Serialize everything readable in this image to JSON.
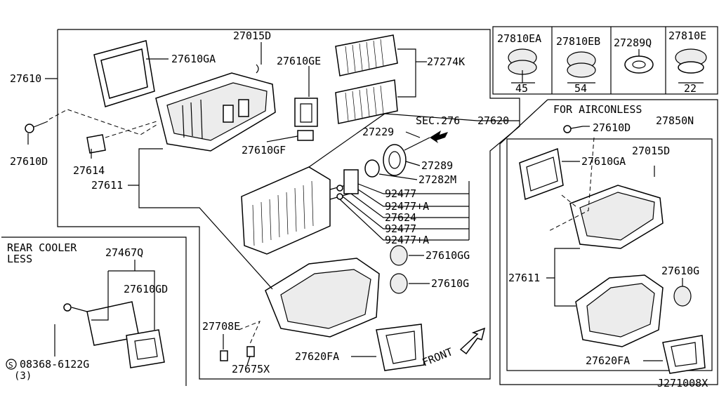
{
  "labels": {
    "p27610": "27610",
    "p27610ga": "27610GA",
    "p27015d": "27015D",
    "p27610ge": "27610GE",
    "p27274k": "27274K",
    "p27610d": "27610D",
    "p27614": "27614",
    "p27611": "27611",
    "p27610gf": "27610GF",
    "sec276": "SEC.276",
    "p27620": "27620",
    "p27229": "27229",
    "p27289": "27289",
    "p27282m": "27282M",
    "p92477a": "92477",
    "p92477pa": "92477+A",
    "p27624": "27624",
    "p92477b": "92477",
    "p92477pb": "92477+A",
    "p27610gg": "27610GG",
    "p27610g": "27610G",
    "p27708e": "27708E",
    "p27675x": "27675X",
    "p27620fa": "27620FA",
    "front": "FRONT",
    "rear_note_1": "REAR COOLER",
    "rear_note_2": "LESS",
    "p27467q": "27467Q",
    "p27610gd": "27610GD",
    "screw_ref": "08368-6122G",
    "screw_qty": "(3)",
    "screw_symbol": "S",
    "grom_a": "27810EA",
    "grom_b": "27810EB",
    "grom_c": "27289Q",
    "grom_d": "27810E",
    "dim_45": "45",
    "dim_54": "54",
    "dim_22": "22",
    "aircon_note": "FOR AIRCONLESS",
    "r27610d": "27610D",
    "r27850n": "27850N",
    "r27015d": "27015D",
    "r27610ga": "27610GA",
    "r27611": "27611",
    "r27610g": "27610G",
    "r27620fa": "27620FA",
    "diagram_code": "J271008X"
  },
  "icons": [
    "screw-icon",
    "arrow-icon",
    "grommet-icon",
    "filter-icon",
    "clip-icon"
  ]
}
